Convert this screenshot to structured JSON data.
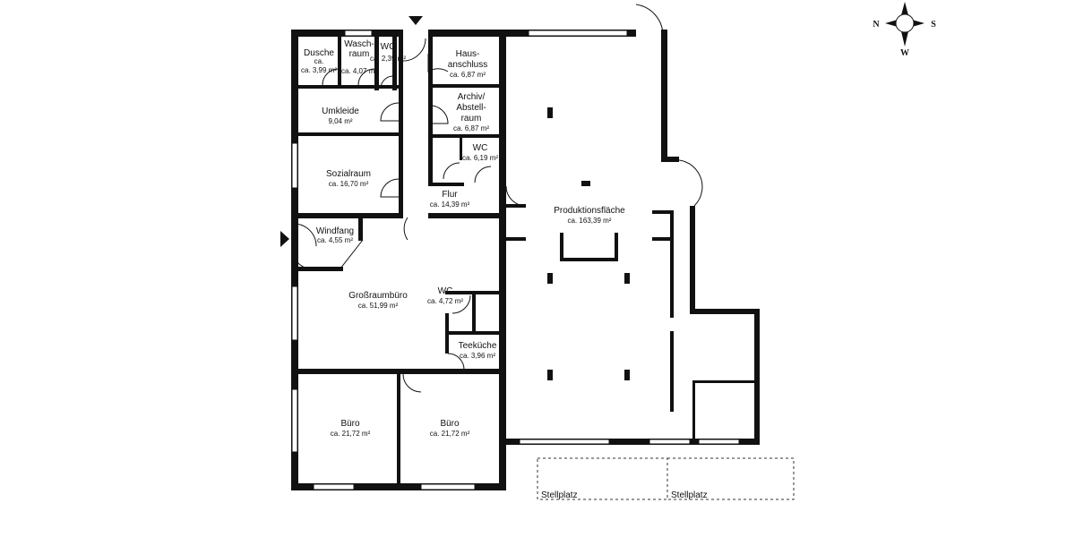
{
  "rooms": [
    {
      "name": "Dusche",
      "area": "ca. 3,99 m²"
    },
    {
      "name": "Wasch-raum",
      "area": "ca. 4,07 m²"
    },
    {
      "name": "WC",
      "area": "ca. 2,39 m²"
    },
    {
      "name": "Umkleide",
      "area": "9,04 m²"
    },
    {
      "name": "Sozialraum",
      "area": "ca. 16,70 m²"
    },
    {
      "name": "Hausanschluss",
      "area": "ca. 6,87 m²"
    },
    {
      "name": "Archiv/ Abstellraum",
      "area": "ca. 6,87 m²"
    },
    {
      "name": "WC",
      "area": "ca. 6,19 m²"
    },
    {
      "name": "Flur",
      "area": "ca. 14,39 m²"
    },
    {
      "name": "Windfang",
      "area": "ca. 4,55 m²"
    },
    {
      "name": "Großraumbüro",
      "area": "ca. 51,99 m²"
    },
    {
      "name": "WC",
      "area": "ca. 4,72 m²"
    },
    {
      "name": "Teeküche",
      "area": "ca. 3,96 m²"
    },
    {
      "name": "Büro",
      "area": "ca. 21,72 m²"
    },
    {
      "name": "Büro",
      "area": "ca. 21,72 m²"
    },
    {
      "name": "Produktionsfläche",
      "area": "ca. 163,39 m²"
    }
  ],
  "label_lines": {
    "wasch1": "Wasch-",
    "wasch2": "raum",
    "haus1": "Haus-",
    "haus2": "anschluss",
    "archiv1": "Archiv/",
    "archiv2": "Abstell-",
    "archiv3": "raum"
  },
  "parking": [
    "Stellplatz",
    "Stellplatz"
  ],
  "compass": {
    "n": "N",
    "s": "S",
    "w": "W"
  }
}
